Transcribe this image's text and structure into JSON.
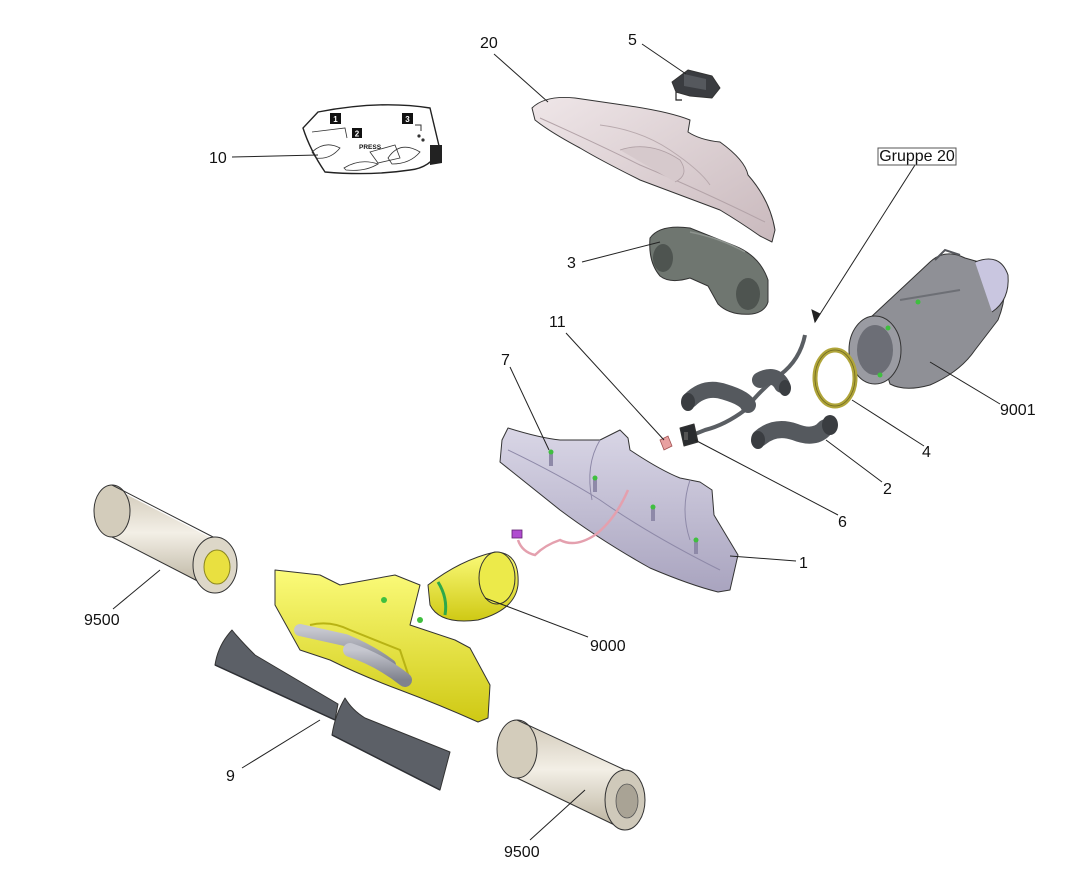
{
  "diagram": {
    "group_box": "Gruppe 20",
    "decal_text": "PRESS",
    "callouts": [
      {
        "id": "p20",
        "text": "20"
      },
      {
        "id": "p5",
        "text": "5"
      },
      {
        "id": "p10",
        "text": "10"
      },
      {
        "id": "p3",
        "text": "3"
      },
      {
        "id": "p11",
        "text": "11"
      },
      {
        "id": "p7",
        "text": "7"
      },
      {
        "id": "p9001",
        "text": "9001"
      },
      {
        "id": "p4",
        "text": "4"
      },
      {
        "id": "p2",
        "text": "2"
      },
      {
        "id": "p6",
        "text": "6"
      },
      {
        "id": "p1",
        "text": "1"
      },
      {
        "id": "p9500a",
        "text": "9500"
      },
      {
        "id": "p9000",
        "text": "9000"
      },
      {
        "id": "p9",
        "text": "9"
      },
      {
        "id": "p9500b",
        "text": "9500"
      }
    ],
    "step_numbers": [
      "1",
      "2",
      "3"
    ],
    "colors": {
      "housing_pink": "#ddd0d3",
      "gasket_gray": "#6f7670",
      "base_lavender": "#c9c5d8",
      "motor_yellow": "#f0ef3a",
      "roller_beige": "#ddd7c8",
      "hose_gray": "#555a5e",
      "ring_gold": "#b0a53a"
    }
  }
}
